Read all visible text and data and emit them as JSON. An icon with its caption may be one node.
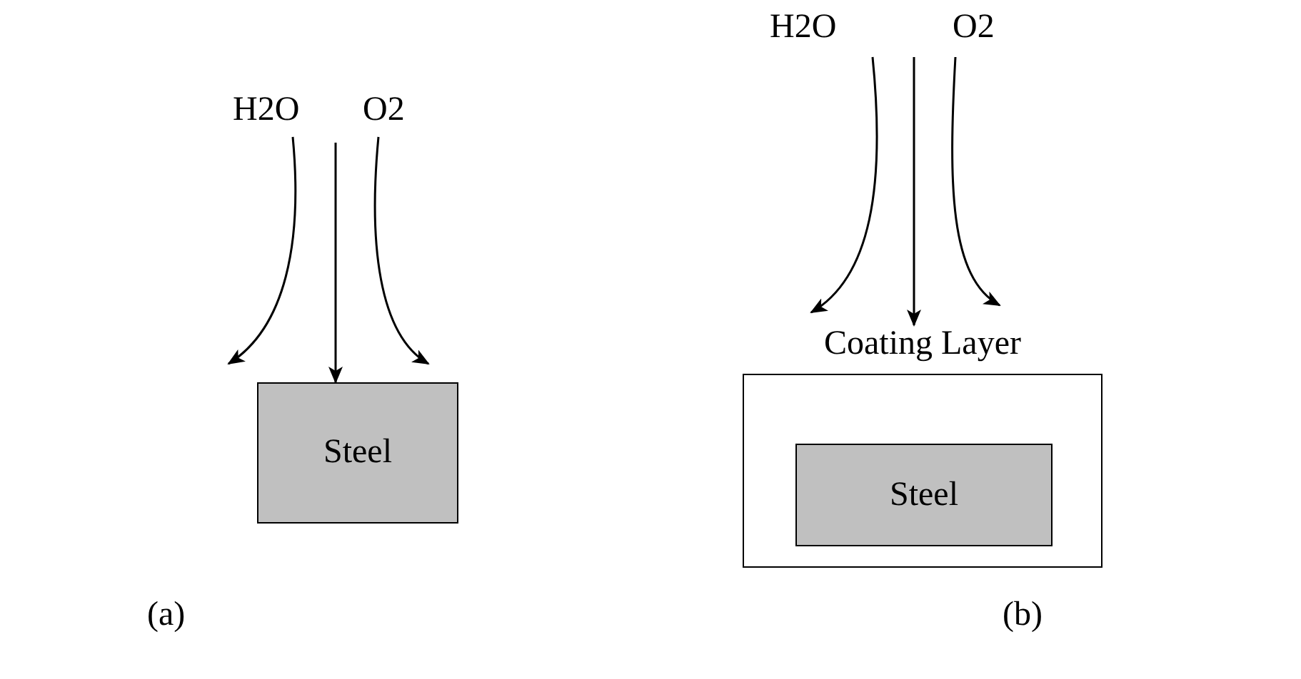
{
  "diagram": {
    "nodes": [
      {
        "text": [
          "Steel"
        ]
      },
      {
        "text": [
          "Coating Layer"
        ]
      },
      {
        "text": [
          "Steel"
        ],
        "in": 1
      }
    ],
    "edges": [
      {
        "from": null,
        "to": 0,
        "arrow": "to"
      },
      {
        "from": null,
        "to": 1,
        "arrow": "to"
      }
    ],
    "labels": [
      "H2O",
      "O2",
      "H2O",
      "O2",
      "(a)",
      "(b)"
    ]
  }
}
